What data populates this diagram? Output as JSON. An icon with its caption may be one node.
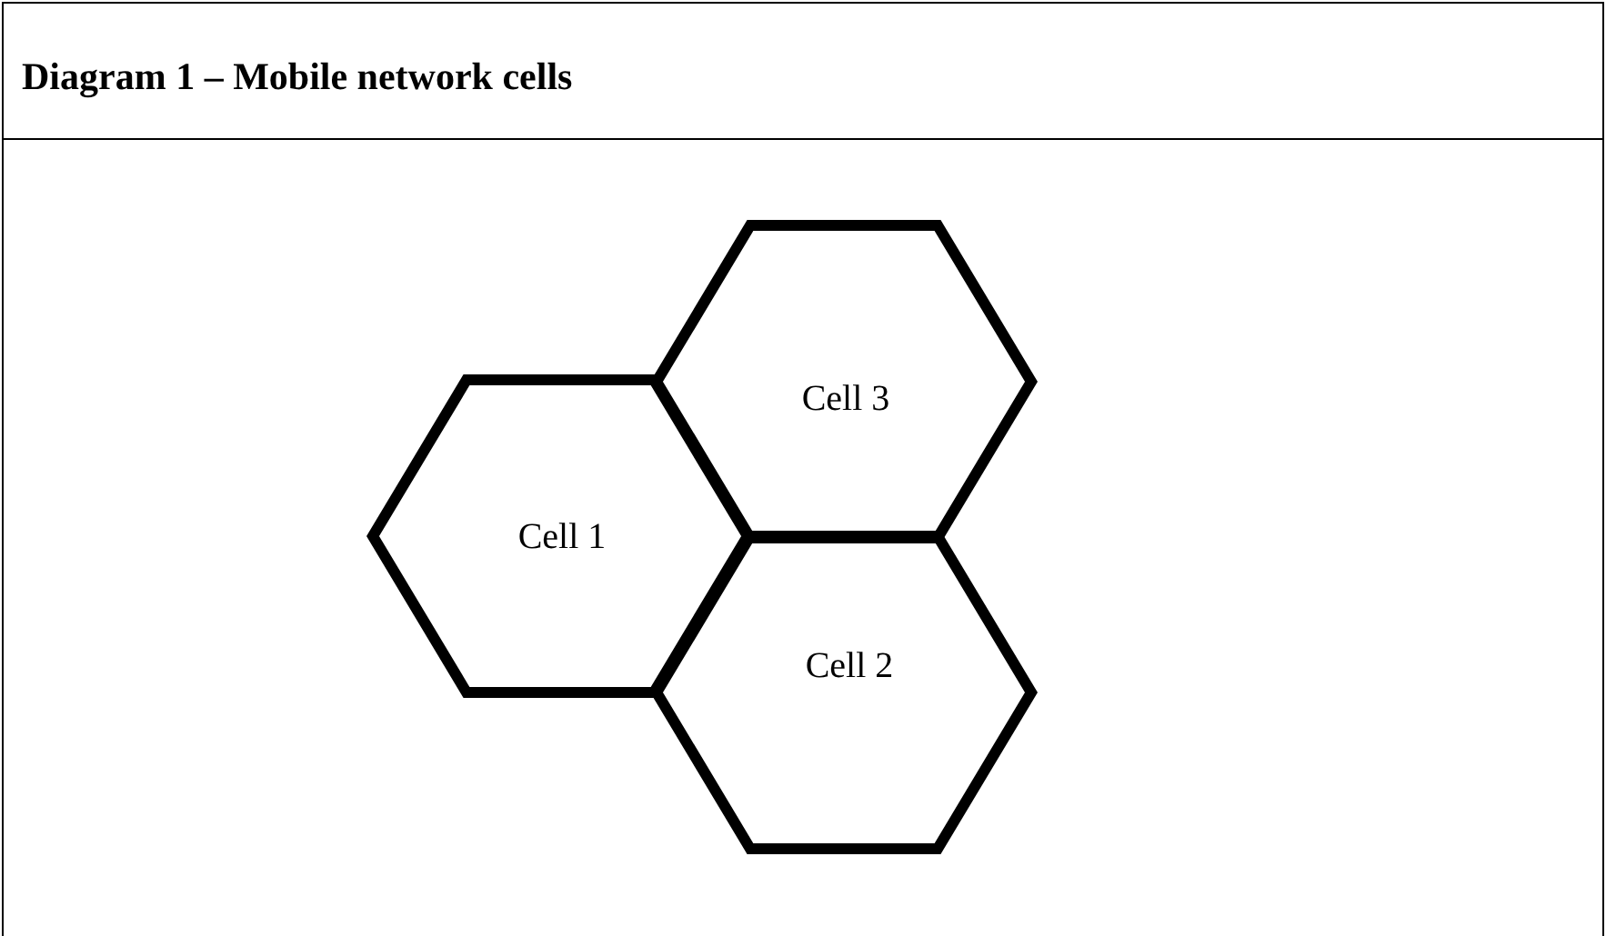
{
  "diagram": {
    "title": "Diagram 1 – Mobile network cells",
    "nodes": [
      {
        "text": [
          "Cell 1"
        ]
      },
      {
        "text": [
          "Cell 3"
        ]
      },
      {
        "text": [
          "Cell 2"
        ]
      }
    ]
  }
}
